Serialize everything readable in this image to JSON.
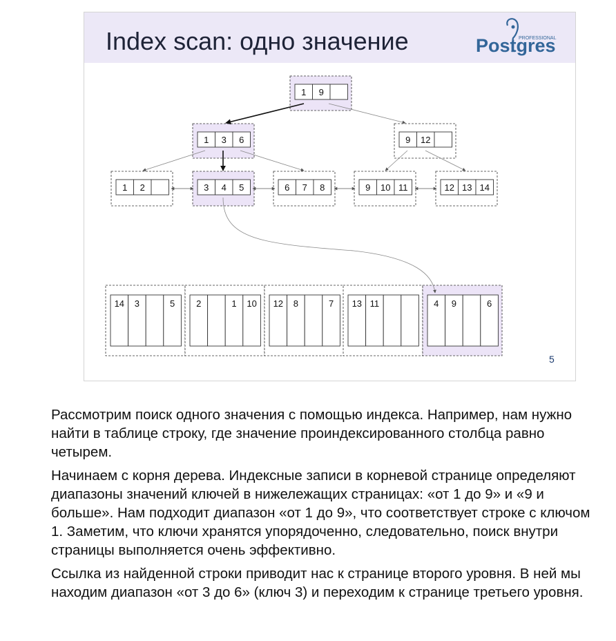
{
  "slide": {
    "title": "Index scan: одно значение",
    "logo": {
      "main_text": "Postgres",
      "sub_text": "PROFESSIONAL",
      "color": "#336699"
    },
    "page_number": "5"
  },
  "tree": {
    "root": {
      "keys": [
        "1",
        "9",
        ""
      ],
      "highlighted": true
    },
    "level2": [
      {
        "keys": [
          "1",
          "3",
          "6"
        ],
        "highlighted": true
      },
      {
        "keys": [
          "9",
          "12",
          ""
        ],
        "highlighted": false
      }
    ],
    "leaves": [
      {
        "keys": [
          "1",
          "2",
          ""
        ],
        "highlighted": false
      },
      {
        "keys": [
          "3",
          "4",
          "5"
        ],
        "highlighted": true
      },
      {
        "keys": [
          "6",
          "7",
          "8"
        ],
        "highlighted": false
      },
      {
        "keys": [
          "9",
          "10",
          "11"
        ],
        "highlighted": false
      },
      {
        "keys": [
          "12",
          "13",
          "14"
        ],
        "highlighted": false
      }
    ],
    "heap_pages": [
      {
        "values": [
          "14",
          "3",
          "",
          "5"
        ],
        "highlighted": false
      },
      {
        "values": [
          "2",
          "",
          "1",
          "10"
        ],
        "highlighted": false
      },
      {
        "values": [
          "12",
          "8",
          "",
          "7"
        ],
        "highlighted": false
      },
      {
        "values": [
          "13",
          "11",
          "",
          ""
        ],
        "highlighted": false
      },
      {
        "values": [
          "4",
          "9",
          "",
          "6"
        ],
        "highlighted": true
      }
    ],
    "highlight_color": "#ece4f7"
  },
  "notes": {
    "p1": "Рассмотрим поиск одного значения с помощью индекса. Например, нам нужно найти в таблице строку, где значение проиндексированного столбца равно четырем.",
    "p2": "Начинаем с корня дерева. Индексные записи в корневой странице определяют диапазоны значений ключей в нижележащих страницах: «от 1 до 9» и «9 и больше». Нам подходит диапазон «от 1 до 9», что соответствует строке с ключом 1. Заметим, что ключи хранятся упорядоченно, следовательно, поиск внутри страницы выполняется очень эффективно.",
    "p3": "Ссылка из найденной строки приводит нас к странице второго уровня. В ней мы находим диапазон «от 3 до 6» (ключ 3) и переходим к странице третьего уровня."
  }
}
